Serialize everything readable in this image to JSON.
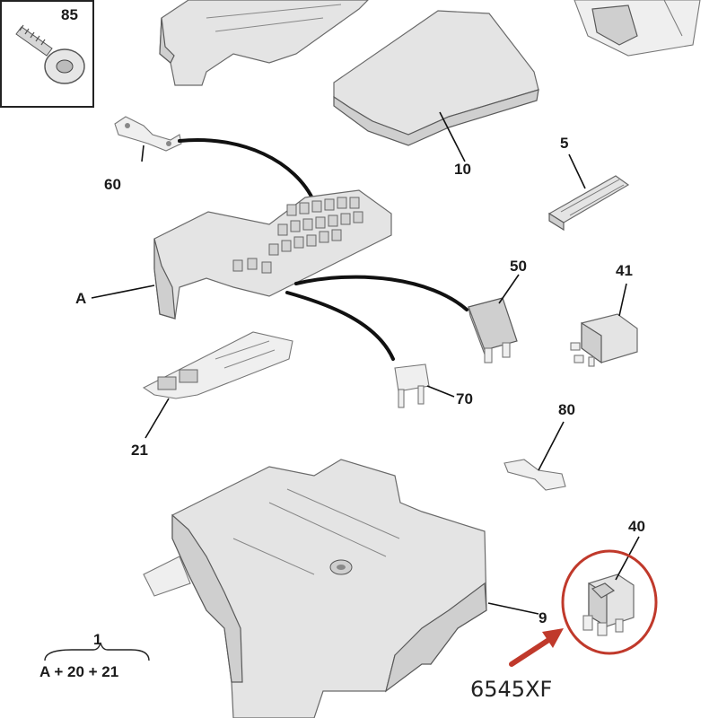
{
  "diagram": {
    "callouts": {
      "p85": "85",
      "p10": "10",
      "p60": "60",
      "p5": "5",
      "pA": "A",
      "p50": "50",
      "p41": "41",
      "p70": "70",
      "p21": "21",
      "p80": "80",
      "p40": "40",
      "p9": "9",
      "p1": "1"
    },
    "assembly_formula": "A + 20 + 21",
    "part_reference": "6545XF",
    "highlight_color": "#c0392b"
  }
}
